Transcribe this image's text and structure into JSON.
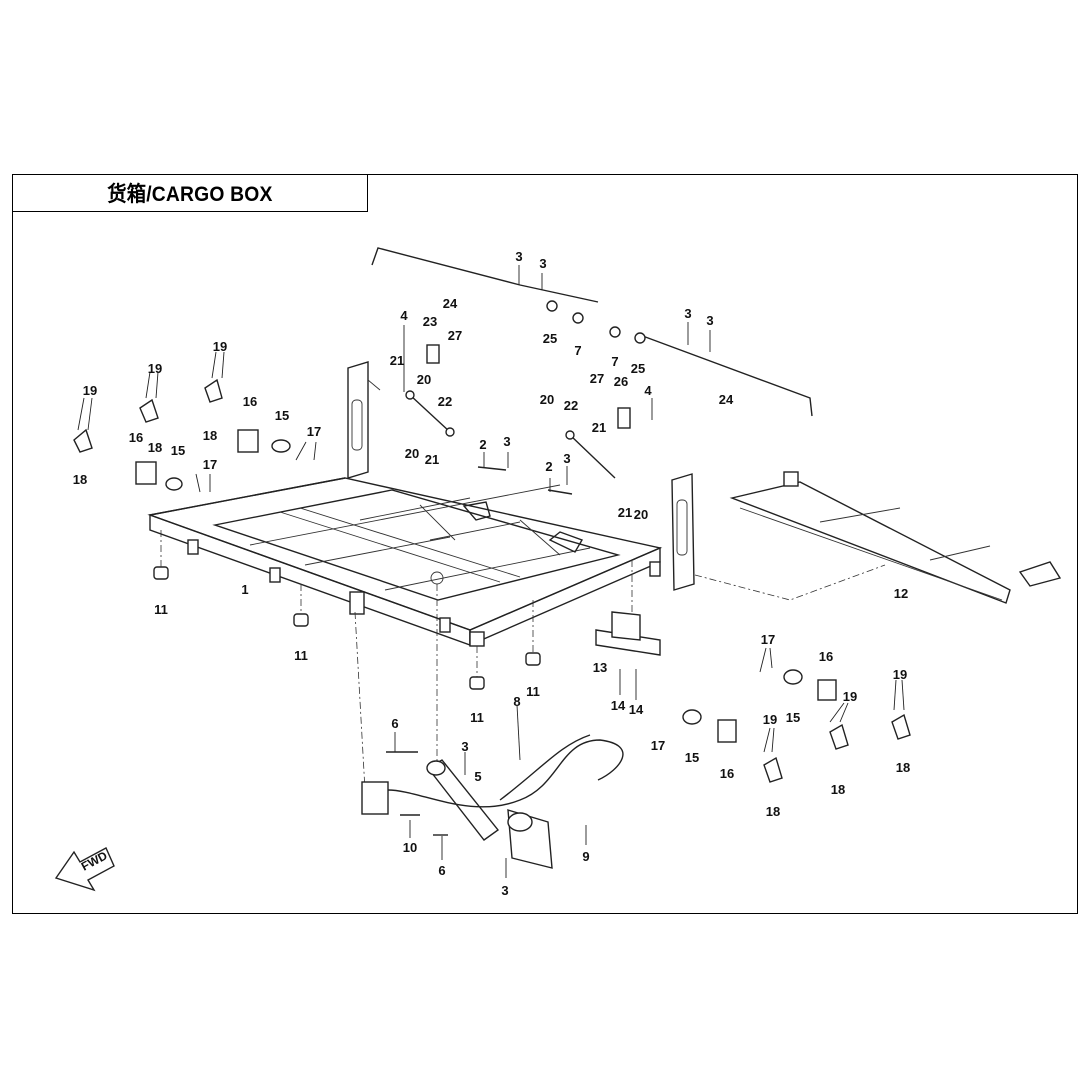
{
  "title": "货箱/CARGO BOX",
  "fwd_label": "FWD",
  "labels": {
    "l1": "1",
    "l2a": "2",
    "l2b": "2",
    "l3a": "3",
    "l3b": "3",
    "l3c": "3",
    "l3d": "3",
    "l3e": "3",
    "l3f": "3",
    "l3g": "3",
    "l3h": "3",
    "l4a": "4",
    "l4b": "4",
    "l5": "5",
    "l6a": "6",
    "l6b": "6",
    "l7a": "7",
    "l7b": "7",
    "l8": "8",
    "l9": "9",
    "l10": "10",
    "l11a": "11",
    "l11b": "11",
    "l11c": "11",
    "l11d": "11",
    "l12": "12",
    "l13": "13",
    "l14a": "14",
    "l14b": "14",
    "l15a": "15",
    "l15b": "15",
    "l15c": "15",
    "l15d": "15",
    "l16a": "16",
    "l16b": "16",
    "l16c": "16",
    "l16d": "16",
    "l17a": "17",
    "l17b": "17",
    "l17c": "17",
    "l17d": "17",
    "l18a": "18",
    "l18b": "18",
    "l18c": "18",
    "l18d": "18",
    "l18e": "18",
    "l18f": "18",
    "l19a": "19",
    "l19b": "19",
    "l19c": "19",
    "l19d": "19",
    "l19e": "19",
    "l19f": "19",
    "l20a": "20",
    "l20b": "20",
    "l20c": "20",
    "l20d": "20",
    "l21a": "21",
    "l21b": "21",
    "l21c": "21",
    "l21d": "21",
    "l22a": "22",
    "l22b": "22",
    "l23": "23",
    "l24a": "24",
    "l24b": "24",
    "l25a": "25",
    "l25b": "25",
    "l26": "26",
    "l27a": "27",
    "l27b": "27"
  }
}
